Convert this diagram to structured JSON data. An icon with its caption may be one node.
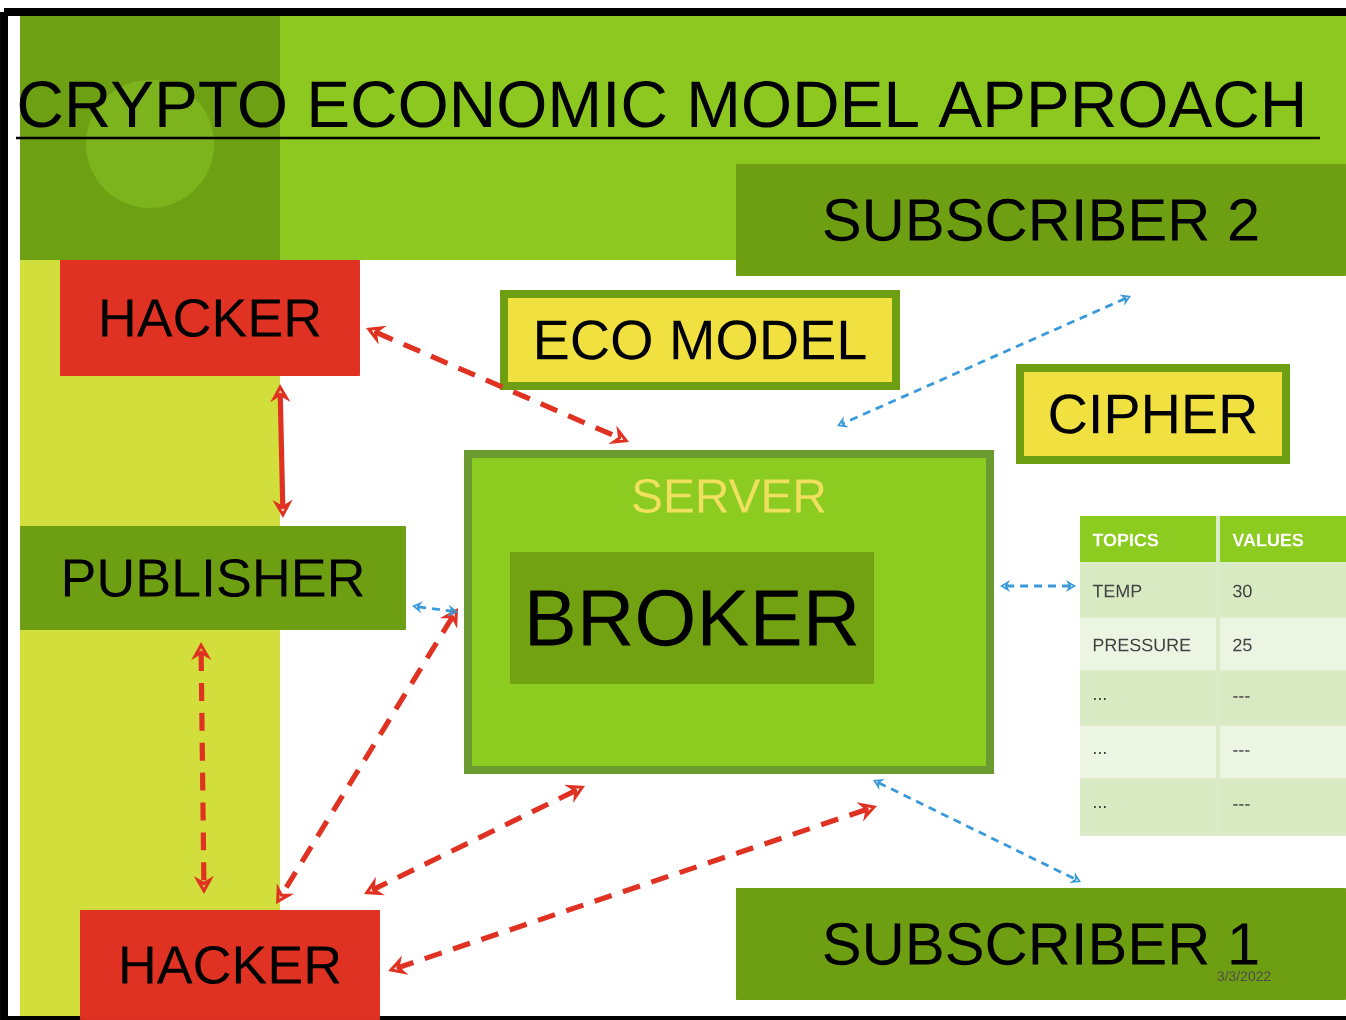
{
  "diagram": {
    "title": "CRYPTO ECONOMIC MODEL APPROACH",
    "nodes": [
      {
        "text": [
          "HACKER"
        ]
      },
      {
        "text": [
          "ECO MODEL"
        ]
      },
      {
        "text": [
          "SUBSCRIBER 2"
        ]
      },
      {
        "text": [
          "CIPHER"
        ]
      },
      {
        "text": [
          "PUBLISHER"
        ]
      },
      {
        "text": [
          "SERVER"
        ]
      },
      {
        "text": [
          "BROKER"
        ],
        "in": 5
      },
      {
        "text": [
          "TOPICS",
          "VALUES",
          "TEMP",
          "30",
          "PRESSURE",
          "25",
          "...",
          "---",
          "...",
          "---",
          "...",
          "---"
        ]
      },
      {
        "text": [
          "HACKER"
        ]
      },
      {
        "text": [
          "SUBSCRIBER 1"
        ]
      }
    ],
    "edges": [
      {
        "from": 0,
        "to": 5,
        "arrow": "both",
        "style": "dashed"
      },
      {
        "from": 0,
        "to": 4,
        "arrow": "both"
      },
      {
        "from": 4,
        "to": 8,
        "arrow": "both",
        "style": "dashed"
      },
      {
        "from": 5,
        "to": 8,
        "arrow": "both",
        "style": "dashed"
      },
      {
        "from": 5,
        "to": 8,
        "arrow": "both",
        "style": "dashed"
      },
      {
        "from": 5,
        "to": 8,
        "arrow": "both",
        "style": "dashed"
      },
      {
        "from": 2,
        "to": 5,
        "arrow": "both",
        "style": "dashed",
        "color": "#3a9ad9"
      },
      {
        "from": 4,
        "to": 5,
        "arrow": "both",
        "style": "dashed",
        "color": "#3a9ad9"
      },
      {
        "from": 5,
        "to": 7,
        "arrow": "both",
        "style": "dashed",
        "color": "#3a9ad9"
      },
      {
        "from": 5,
        "to": 9,
        "arrow": "both",
        "style": "dashed",
        "color": "#3a9ad9"
      }
    ],
    "labels": [
      "3/3/2022"
    ]
  }
}
